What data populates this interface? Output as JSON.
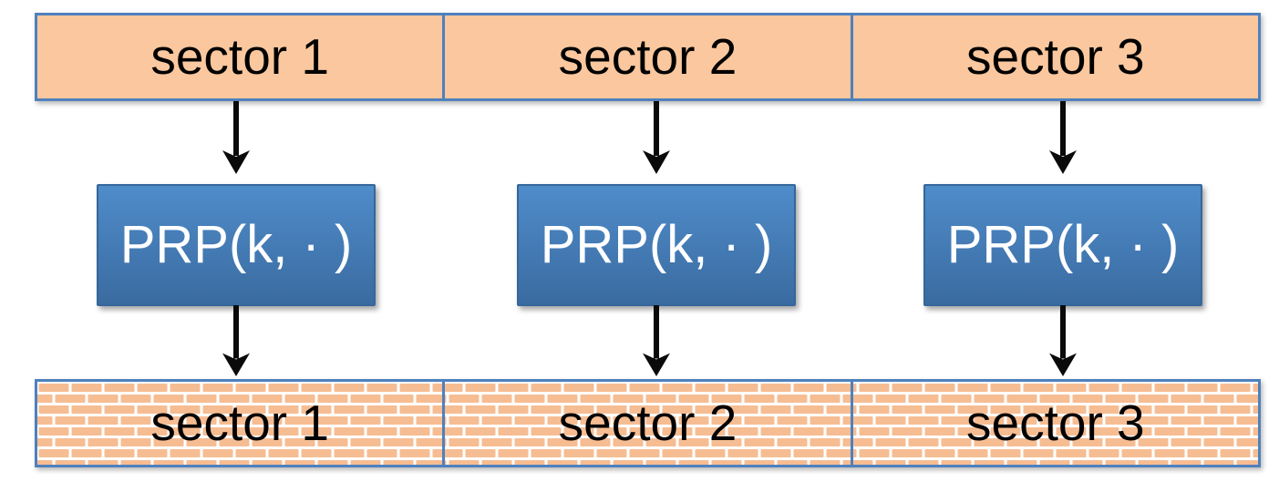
{
  "diagram": {
    "top_bar": {
      "sectors": [
        "sector 1",
        "sector 2",
        "sector 3"
      ]
    },
    "prp_boxes": {
      "labels": [
        "PRP(k, · )",
        "PRP(k, · )",
        "PRP(k, · )"
      ]
    },
    "bottom_bar": {
      "sectors": [
        "sector 1",
        "sector 2",
        "sector 3"
      ]
    },
    "colors": {
      "border_blue": "#4F81BD",
      "sector_fill": "#FAC79E",
      "brick_fill": "#F6BD93",
      "mortar": "#FFFFFF",
      "box_top": "#4F8CCA",
      "box_bottom": "#3A6BA0",
      "box_border": "#35679B",
      "arrow_black": "#0A0A0A",
      "label_text": "#000000",
      "box_text": "#FFFFFF"
    }
  }
}
